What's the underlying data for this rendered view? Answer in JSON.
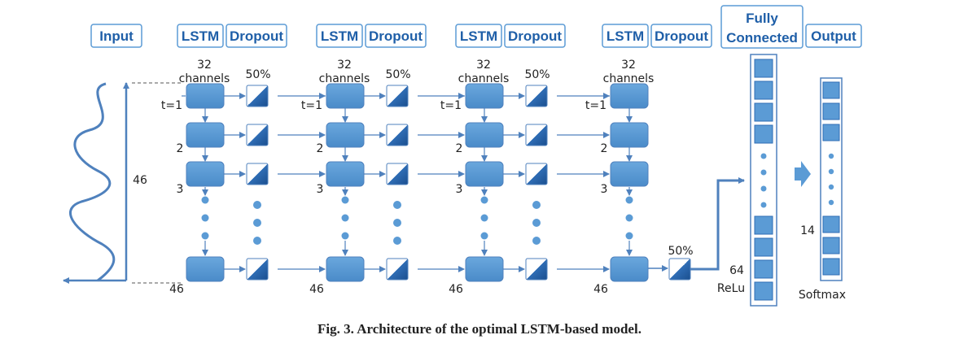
{
  "headers": {
    "input": "Input",
    "lstm": "LSTM",
    "dropout": "Dropout",
    "fc_line1": "Fully",
    "fc_line2": "Connected",
    "output": "Output"
  },
  "labels": {
    "channels_num": "32",
    "channels_word": "channels",
    "dropout_rate": "50%",
    "t1": "t=1",
    "t2": "2",
    "t3": "3",
    "t_last": "46",
    "input_len": "46",
    "fc_units": "64",
    "fc_act": "ReLu",
    "out_units": "14",
    "out_act": "Softmax"
  },
  "caption": "Fig. 3. Architecture of the optimal LSTM-based model.",
  "colors": {
    "header_text": "#1f5fa8",
    "header_border": "#5b9bd5",
    "cell_fill": "#5b9bd5",
    "arrow": "#4f81bd",
    "dot": "#5b9bd5"
  }
}
